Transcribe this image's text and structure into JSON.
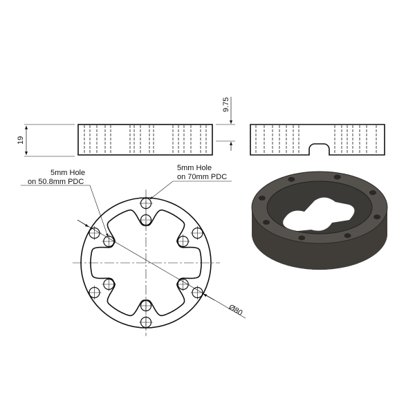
{
  "dimensions": {
    "height": "19",
    "offset": "9.75",
    "diameter": "Ø80"
  },
  "callouts": {
    "inner_holes": {
      "line1": "5mm Hole",
      "line2": "on 50.8mm PDC"
    },
    "outer_holes": {
      "line1": "5mm Hole",
      "line2": "on 70mm PDC"
    }
  },
  "colors": {
    "line": "#111111",
    "body_dark": "#3a3835",
    "body_top": "#55524d"
  }
}
